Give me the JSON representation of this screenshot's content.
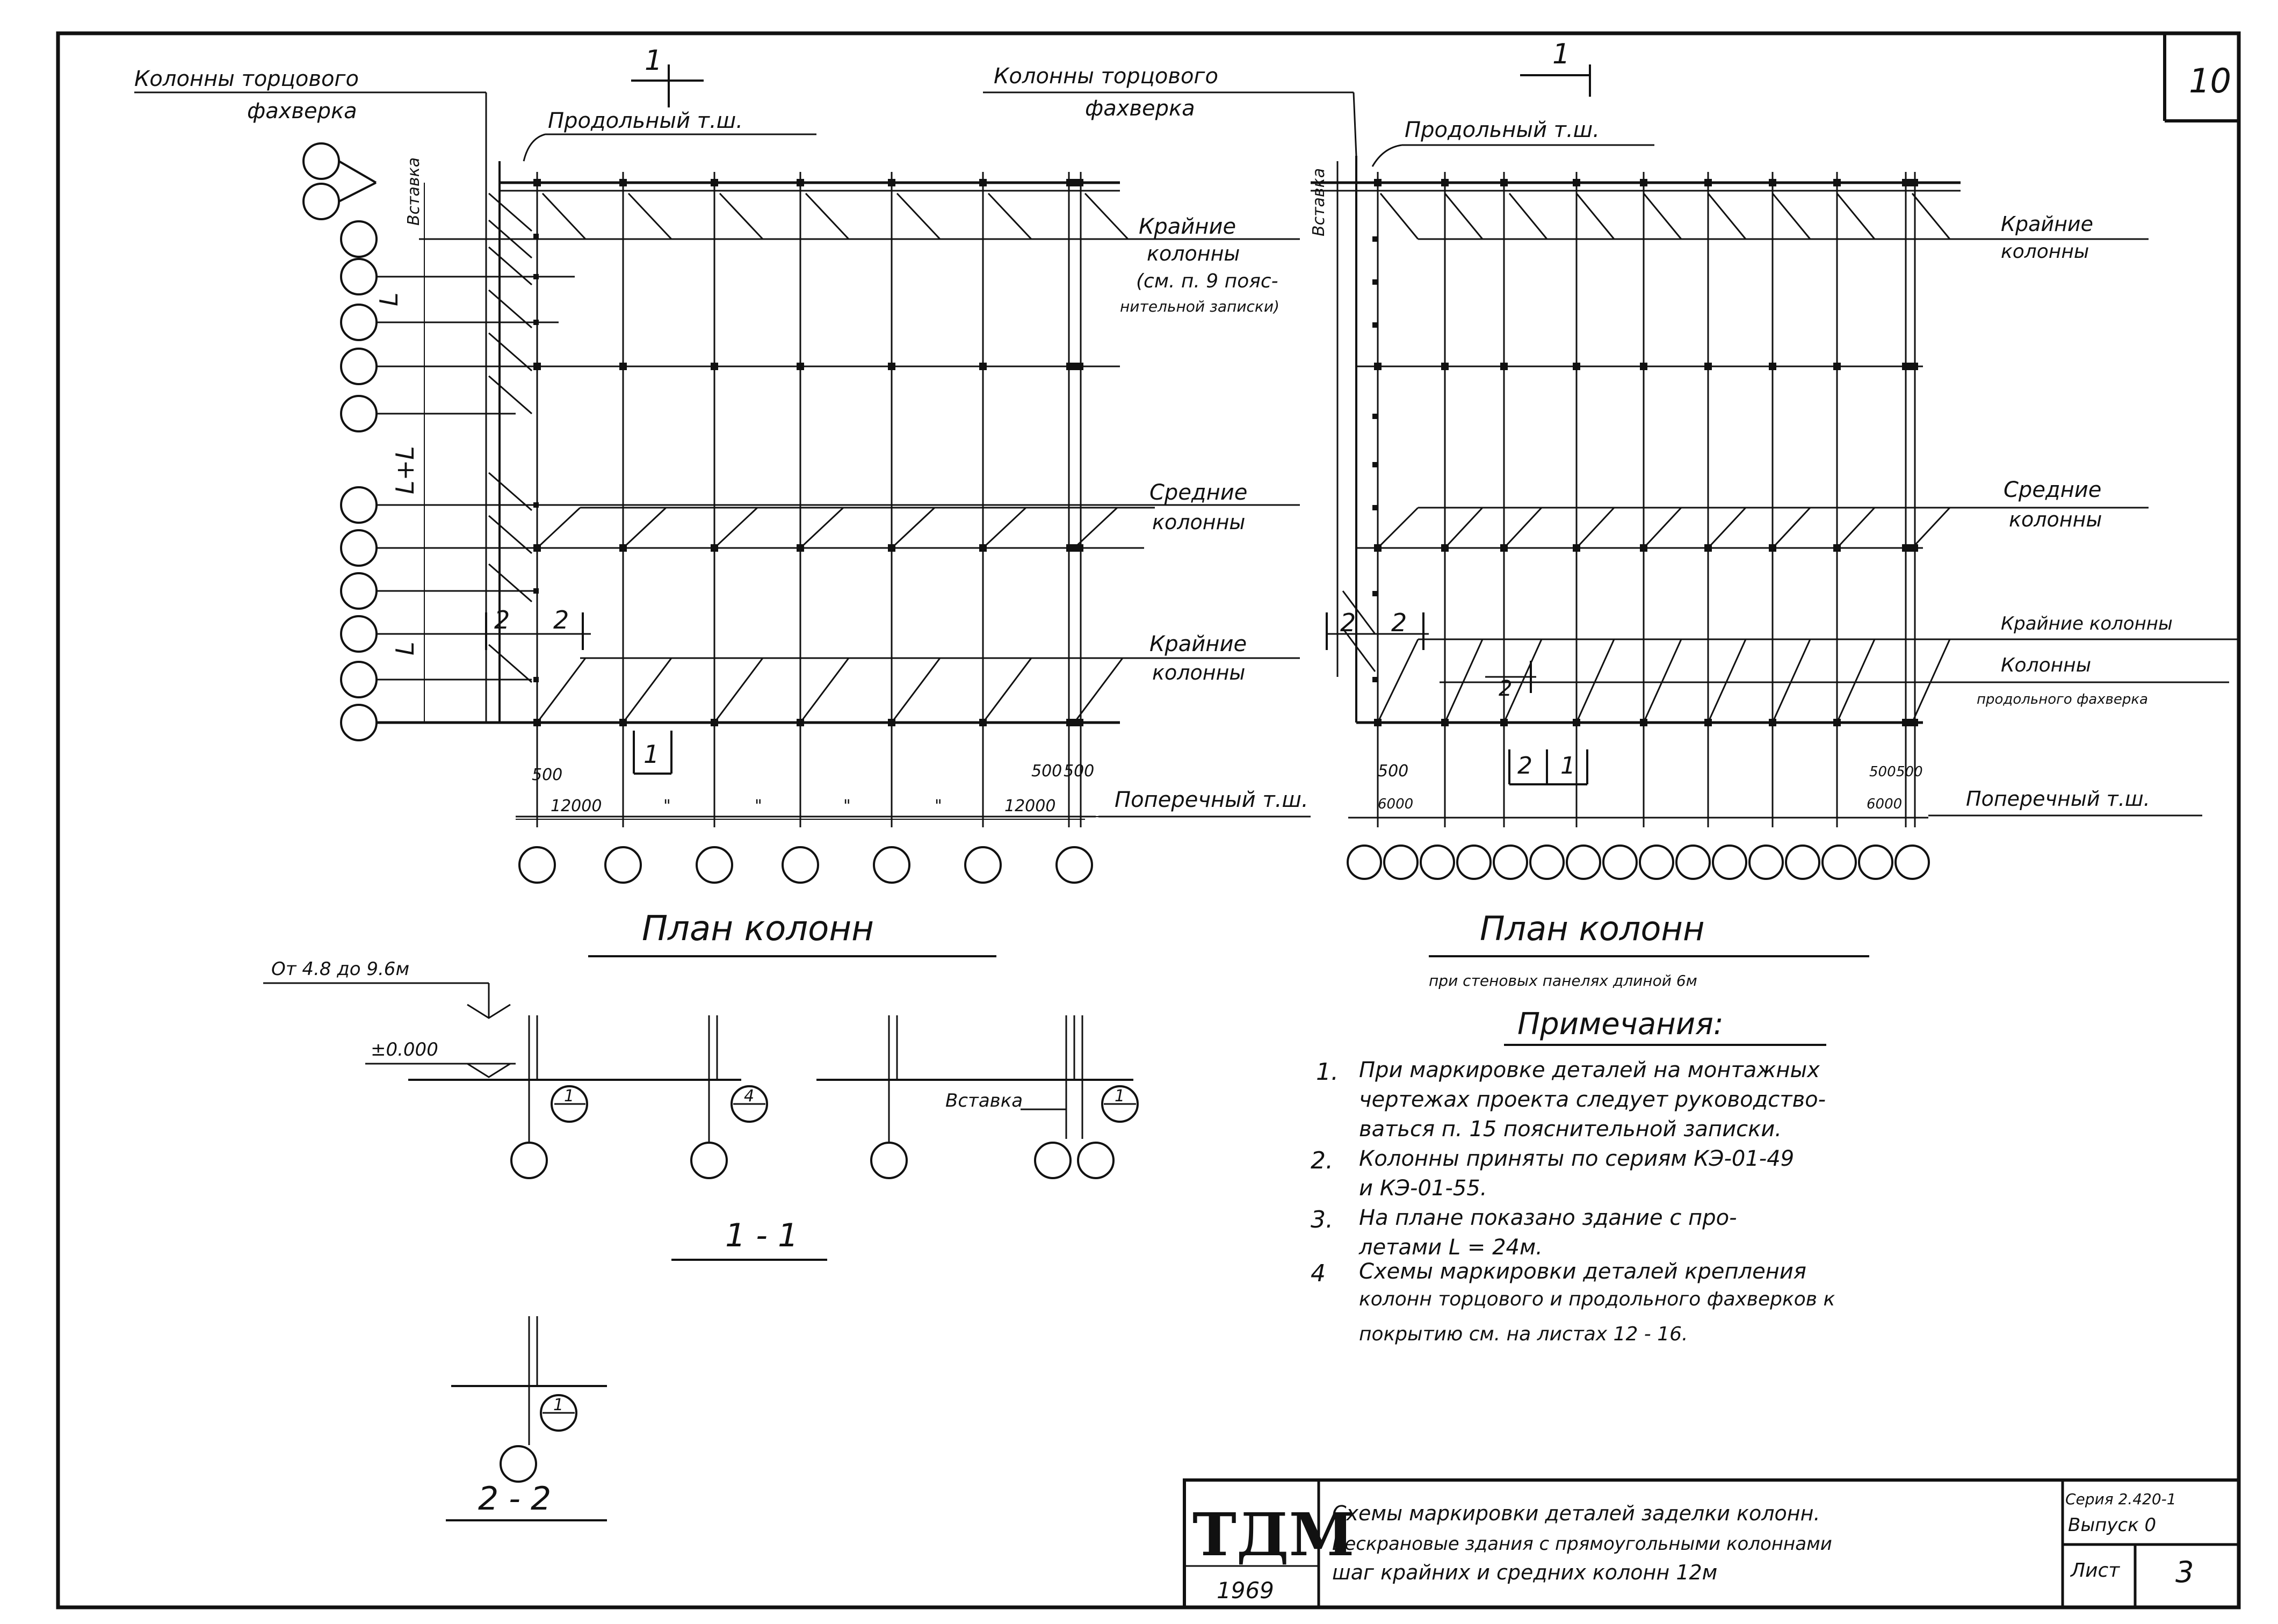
{
  "sheet": {
    "sheet_no": "10",
    "notes_title": "Примечания:",
    "notes": [
      {
        "num": "1.",
        "lines": [
          "При маркировке деталей на монтажных",
          "чертежах проекта следует руководство-",
          "ваться п. 15 пояснительной записки."
        ]
      },
      {
        "num": "2.",
        "lines": [
          "Колонны приняты по сериям КЭ-01-49",
          "и КЭ-01-55."
        ]
      },
      {
        "num": "3.",
        "lines": [
          "На плане показано здание с про-",
          "летами L = 24м."
        ]
      },
      {
        "num": "4",
        "lines": [
          "Схемы маркировки деталей крепления",
          "колонн торцового и продольного фахверков к",
          "покрытию см. на листах 12 - 16."
        ]
      }
    ]
  },
  "left_plan": {
    "label_end_columns": [
      "Колонны торцового",
      "фахверка"
    ],
    "label_long_joint": "Продольный т.ш.",
    "label_insert": "Вставка",
    "label_edge_top": [
      "Крайние",
      "колонны",
      "(см. п. 9 пояс-",
      "нительной записки)"
    ],
    "label_middle": [
      "Средние",
      "колонны"
    ],
    "label_edge_bottom": [
      "Крайние",
      "колонны"
    ],
    "label_cross_joint": "Поперечный т.ш.",
    "dim_500_left": "500",
    "dim_500_right": "500",
    "dim_500_right2": "500",
    "spans": [
      "12000",
      "\"",
      "\"",
      "\"",
      "\"",
      "12000"
    ],
    "span_L": "L",
    "span_L_mid": "L+L",
    "section_1_top": "1",
    "section_1_bottom": "1",
    "section_2": "2",
    "title": "План колонн"
  },
  "right_plan": {
    "label_end_columns": [
      "Колонны торцового",
      "фахверка"
    ],
    "label_long_joint": "Продольный т.ш.",
    "label_insert": "Вставка",
    "label_edge_top": [
      "Крайние",
      "колонны"
    ],
    "label_middle": [
      "Средние",
      "колонны"
    ],
    "label_edge_bottom": "Крайние колонны",
    "label_long_columns": [
      "Колонны",
      "продольного фахверка"
    ],
    "label_cross_joint": "Поперечный т.ш.",
    "dim_500_left": "500",
    "dim_500_right": "500",
    "dim_500_right2": "500",
    "spans_first": "6000",
    "spans_last": "6000",
    "section_1": "1",
    "section_2": "2",
    "title": "План колонн",
    "subtitle": "при стеновых панелях длиной 6м"
  },
  "section_1_1": {
    "height_label": "От 4.8 до 9.6м",
    "level_label": "±0.000",
    "insert_label": "Вставка",
    "marks": [
      "1",
      "4",
      "1"
    ],
    "title": "1 - 1"
  },
  "section_2_2": {
    "mark": "1",
    "title": "2 - 2"
  },
  "title_block": {
    "logo": "ТДМ",
    "year": "1969",
    "title_lines": [
      "Схемы маркировки деталей заделки колонн.",
      "Бескрановые здания с прямоугольными колоннами",
      "шаг крайних и средних колонн 12м"
    ],
    "series_label": "Серия 2.420-1",
    "issue_label": "Выпуск 0",
    "sheet_label": "Лист",
    "sheet_value": "3"
  }
}
